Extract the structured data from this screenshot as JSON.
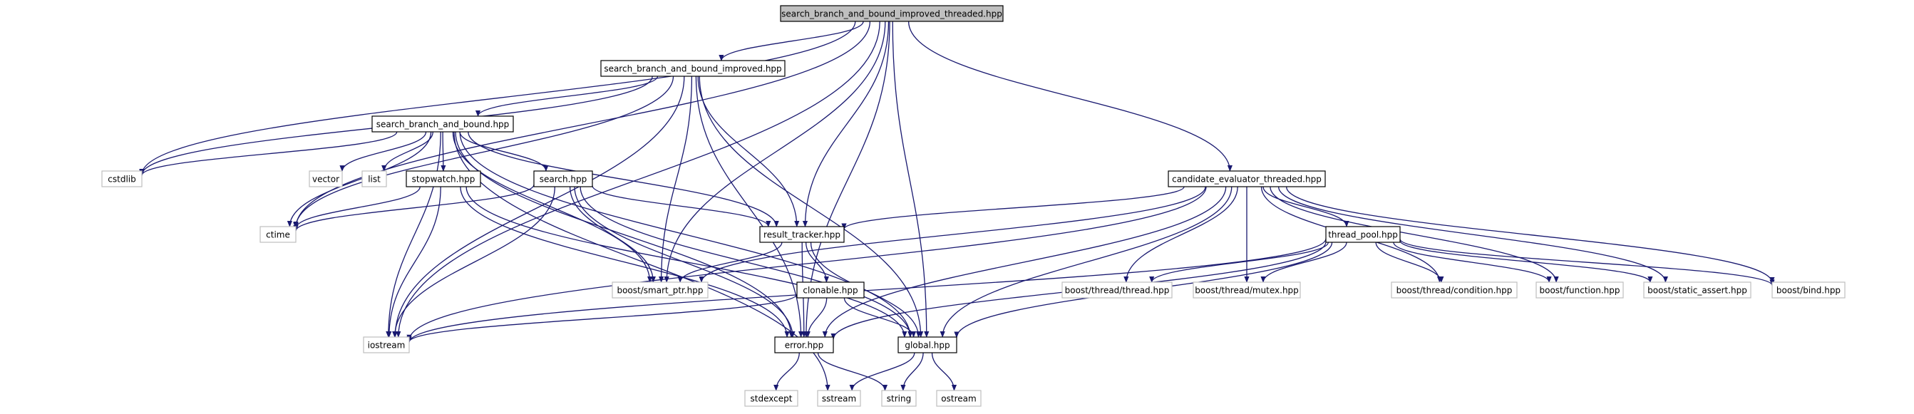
{
  "graph": {
    "nodes": [
      {
        "id": "root",
        "label": "search_branch_and_bound_improved_threaded.hpp",
        "style": "root"
      },
      {
        "id": "sbbi",
        "label": "search_branch_and_bound_improved.hpp",
        "style": "documented"
      },
      {
        "id": "sbb",
        "label": "search_branch_and_bound.hpp",
        "style": "documented"
      },
      {
        "id": "cet",
        "label": "candidate_evaluator_threaded.hpp",
        "style": "documented"
      },
      {
        "id": "cstdlib",
        "label": "cstdlib",
        "style": "external"
      },
      {
        "id": "vector",
        "label": "vector",
        "style": "external"
      },
      {
        "id": "list",
        "label": "list",
        "style": "external"
      },
      {
        "id": "stopwatch",
        "label": "stopwatch.hpp",
        "style": "documented"
      },
      {
        "id": "search",
        "label": "search.hpp",
        "style": "documented"
      },
      {
        "id": "ctime",
        "label": "ctime",
        "style": "external"
      },
      {
        "id": "rt",
        "label": "result_tracker.hpp",
        "style": "documented"
      },
      {
        "id": "tp",
        "label": "thread_pool.hpp",
        "style": "documented"
      },
      {
        "id": "sp",
        "label": "boost/smart_ptr.hpp",
        "style": "external"
      },
      {
        "id": "clonable",
        "label": "clonable.hpp",
        "style": "documented"
      },
      {
        "id": "bthread",
        "label": "boost/thread/thread.hpp",
        "style": "external"
      },
      {
        "id": "bmutex",
        "label": "boost/thread/mutex.hpp",
        "style": "external"
      },
      {
        "id": "bcond",
        "label": "boost/thread/condition.hpp",
        "style": "external"
      },
      {
        "id": "bfunc",
        "label": "boost/function.hpp",
        "style": "external"
      },
      {
        "id": "bsa",
        "label": "boost/static_assert.hpp",
        "style": "external"
      },
      {
        "id": "bbind",
        "label": "boost/bind.hpp",
        "style": "external"
      },
      {
        "id": "iostream",
        "label": "iostream",
        "style": "external"
      },
      {
        "id": "error",
        "label": "error.hpp",
        "style": "documented"
      },
      {
        "id": "global",
        "label": "global.hpp",
        "style": "documented"
      },
      {
        "id": "stdexcept",
        "label": "stdexcept",
        "style": "external"
      },
      {
        "id": "sstream",
        "label": "sstream",
        "style": "external"
      },
      {
        "id": "string",
        "label": "string",
        "style": "external"
      },
      {
        "id": "ostream",
        "label": "ostream",
        "style": "external"
      }
    ],
    "edges": [
      [
        "root",
        "sbbi"
      ],
      [
        "root",
        "cet"
      ],
      [
        "root",
        "cstdlib"
      ],
      [
        "root",
        "ctime"
      ],
      [
        "root",
        "iostream"
      ],
      [
        "root",
        "sp"
      ],
      [
        "root",
        "rt"
      ],
      [
        "root",
        "error"
      ],
      [
        "root",
        "global"
      ],
      [
        "sbbi",
        "sbb"
      ],
      [
        "sbbi",
        "cstdlib"
      ],
      [
        "sbbi",
        "ctime"
      ],
      [
        "sbbi",
        "iostream"
      ],
      [
        "sbbi",
        "sp"
      ],
      [
        "sbbi",
        "rt"
      ],
      [
        "sbbi",
        "error"
      ],
      [
        "sbbi",
        "global"
      ],
      [
        "sbb",
        "cstdlib"
      ],
      [
        "sbb",
        "vector"
      ],
      [
        "sbb",
        "list"
      ],
      [
        "sbb",
        "stopwatch"
      ],
      [
        "sbb",
        "search"
      ],
      [
        "sbb",
        "ctime"
      ],
      [
        "sbb",
        "iostream"
      ],
      [
        "sbb",
        "sp"
      ],
      [
        "sbb",
        "rt"
      ],
      [
        "sbb",
        "error"
      ],
      [
        "sbb",
        "global"
      ],
      [
        "sbb",
        "sstream"
      ],
      [
        "stopwatch",
        "ctime"
      ],
      [
        "stopwatch",
        "iostream"
      ],
      [
        "stopwatch",
        "error"
      ],
      [
        "stopwatch",
        "global"
      ],
      [
        "search",
        "ctime"
      ],
      [
        "search",
        "rt"
      ],
      [
        "search",
        "sp"
      ],
      [
        "search",
        "iostream"
      ],
      [
        "search",
        "error"
      ],
      [
        "search",
        "global"
      ],
      [
        "rt",
        "sp"
      ],
      [
        "rt",
        "clonable"
      ],
      [
        "rt",
        "error"
      ],
      [
        "rt",
        "global"
      ],
      [
        "clonable",
        "iostream"
      ],
      [
        "clonable",
        "error"
      ],
      [
        "clonable",
        "global"
      ],
      [
        "cet",
        "rt"
      ],
      [
        "cet",
        "sp"
      ],
      [
        "cet",
        "tp"
      ],
      [
        "cet",
        "bthread"
      ],
      [
        "cet",
        "bmutex"
      ],
      [
        "cet",
        "bcond"
      ],
      [
        "cet",
        "bfunc"
      ],
      [
        "cet",
        "bsa"
      ],
      [
        "cet",
        "bbind"
      ],
      [
        "cet",
        "iostream"
      ],
      [
        "cet",
        "error"
      ],
      [
        "cet",
        "global"
      ],
      [
        "tp",
        "bthread"
      ],
      [
        "tp",
        "bmutex"
      ],
      [
        "tp",
        "bcond"
      ],
      [
        "tp",
        "bfunc"
      ],
      [
        "tp",
        "bsa"
      ],
      [
        "tp",
        "bbind"
      ],
      [
        "tp",
        "iostream"
      ],
      [
        "tp",
        "error"
      ],
      [
        "tp",
        "global"
      ],
      [
        "error",
        "stdexcept"
      ],
      [
        "error",
        "string"
      ],
      [
        "global",
        "sstream"
      ],
      [
        "global",
        "string"
      ],
      [
        "global",
        "ostream"
      ]
    ]
  },
  "colors": {
    "edge": "#191970",
    "root_fill": "#bfbfbf",
    "root_stroke": "#000000",
    "documented_stroke": "#000000",
    "external_stroke": "#bfbfbf",
    "text": "#000000"
  }
}
